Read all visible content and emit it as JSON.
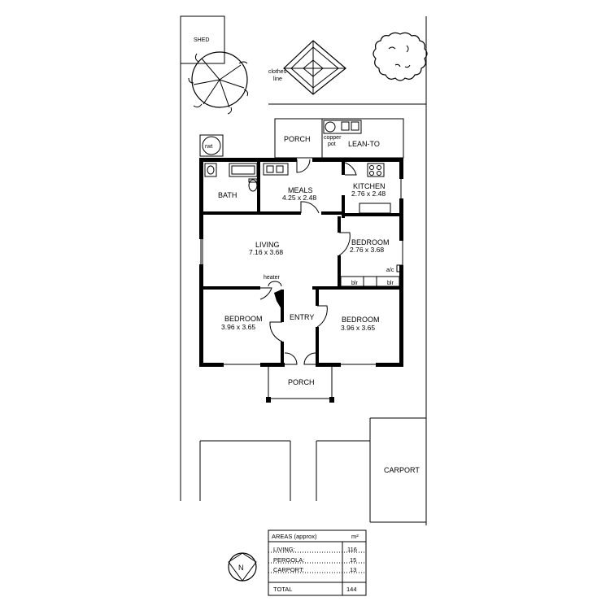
{
  "site": {
    "shed": "SHED",
    "clothes_line": [
      "clothes",
      "line"
    ],
    "rwt": "rwt",
    "copper_pot": [
      "copper",
      "pot"
    ],
    "carport": "CARPORT"
  },
  "rooms": {
    "porch_back": "PORCH",
    "lean_to": "LEAN-TO",
    "bath": "BATH",
    "meals": {
      "name": "MEALS",
      "size": "4.25 x 2.48"
    },
    "kitchen": {
      "name": "KITCHEN",
      "size": "2.76 x 2.48"
    },
    "living": {
      "name": "LIVING",
      "size": "7.16 x 3.68"
    },
    "bedroom_east": {
      "name": "BEDROOM",
      "size": "2.76 x 3.68"
    },
    "ac": "a/c",
    "blr_left": "blr",
    "blr_right": "blr",
    "heater": "heater",
    "entry": "ENTRY",
    "bedroom_sw": {
      "name": "BEDROOM",
      "size": "3.96 x 3.65"
    },
    "bedroom_se": {
      "name": "BEDROOM",
      "size": "3.96 x 3.65"
    },
    "porch_front": "PORCH"
  },
  "areas_table": {
    "header": "AREAS (approx)",
    "unit": "m²",
    "rows": [
      {
        "label": "LIVING:",
        "value": "116"
      },
      {
        "label": "PERGOLA:",
        "value": "15"
      },
      {
        "label": "CARPORT:",
        "value": "13"
      }
    ],
    "total": {
      "label": "TOTAL",
      "value": "144"
    }
  },
  "north_arrow": {
    "letter": "N",
    "icon": "north-arrow-icon"
  }
}
